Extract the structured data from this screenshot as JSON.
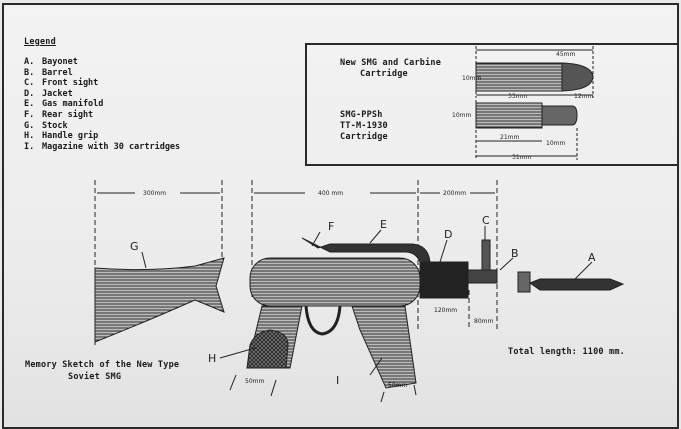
{
  "legend": {
    "title": "Legend",
    "items": [
      {
        "key": "A.",
        "label": "Bayonet"
      },
      {
        "key": "B.",
        "label": "Barrel"
      },
      {
        "key": "C.",
        "label": "Front sight"
      },
      {
        "key": "D.",
        "label": "Jacket"
      },
      {
        "key": "E.",
        "label": "Gas manifold"
      },
      {
        "key": "F.",
        "label": "Rear sight"
      },
      {
        "key": "G.",
        "label": "Stock"
      },
      {
        "key": "H.",
        "label": "Handle grip"
      },
      {
        "key": "I.",
        "label": "Magazine with 30 cartridges"
      }
    ]
  },
  "cartridges": {
    "new": {
      "line1": "New SMG and Carbine",
      "line2": "Cartridge",
      "overall": "45mm",
      "diameter": "10mm",
      "case": "33mm",
      "bullet": "12mm"
    },
    "old": {
      "line1": "SMG-PPSh",
      "line2": "TT-M-1930",
      "line3": "Cartridge",
      "diameter": "10mm",
      "case": "21mm",
      "bullet": "10mm",
      "overall": "31mm"
    }
  },
  "dimensions": {
    "stock": "300mm",
    "body": "400 mm",
    "front": "200mm",
    "jacket": "120mm",
    "barrel": "80mm",
    "grip": "50mm",
    "magazine": "50mm"
  },
  "parts": {
    "A": "A",
    "B": "B",
    "C": "C",
    "D": "D",
    "E": "E",
    "F": "F",
    "G": "G",
    "H": "H",
    "I": "I"
  },
  "caption": {
    "line1": "Memory Sketch of the New Type",
    "line2": "Soviet SMG"
  },
  "total_length": "Total length:  1100 mm."
}
